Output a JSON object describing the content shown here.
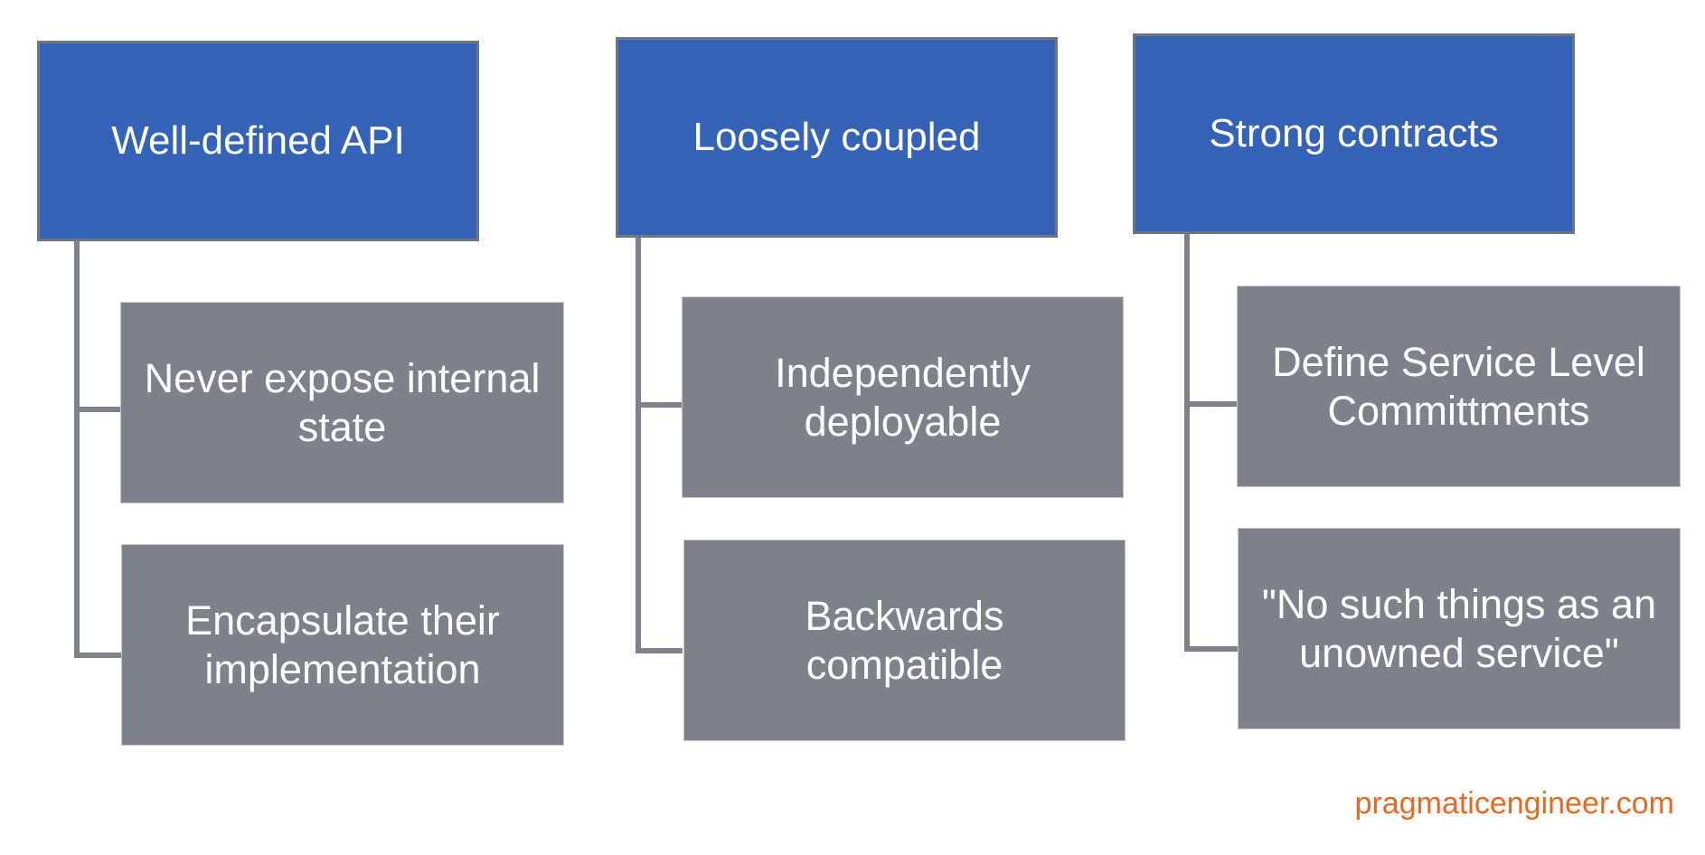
{
  "groups": [
    {
      "title": "Well-defined API",
      "items": [
        "Never expose internal state",
        "Encapsulate their implementation"
      ]
    },
    {
      "title": "Loosely coupled",
      "items": [
        "Independently deployable",
        "Backwards compatible"
      ]
    },
    {
      "title": "Strong contracts",
      "items": [
        "Define Service Level Committments",
        "\"No such things as an unowned service\""
      ]
    }
  ],
  "watermark": "pragmaticengineer.com",
  "colors": {
    "header_fill": "#3362b7",
    "child_fill": "#7d828a",
    "watermark": "#e8681f"
  }
}
